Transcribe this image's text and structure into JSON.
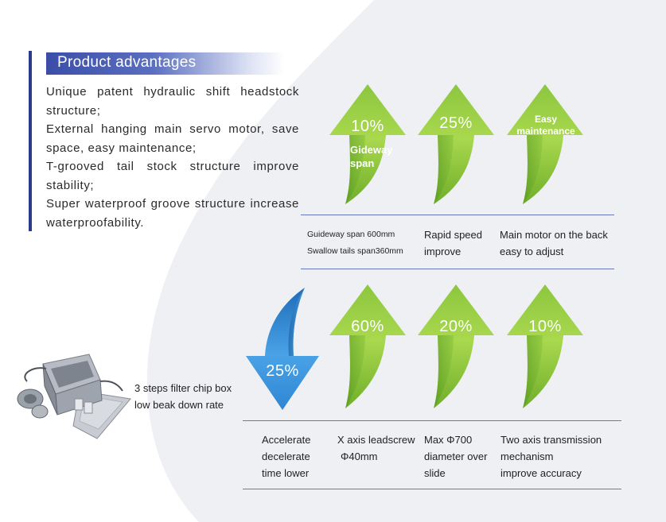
{
  "advantages": {
    "title": "Product advantages",
    "items": [
      "Unique patent hydraulic shift headstock structure;",
      "External hanging main servo motor, save space, easy maintenance;",
      "T-grooved tail stock structure improve stability;",
      "Super waterproof groove structure increase waterproofability."
    ]
  },
  "top_row": {
    "arrows": [
      {
        "percent": "10%",
        "label_line1": "Gideway",
        "label_line2": "span"
      },
      {
        "percent": "25%"
      },
      {
        "label_line1": "Easy",
        "label_line2": "maintenance"
      }
    ],
    "captions": [
      {
        "line1": "Guideway span 600mm",
        "line2": "Swallow tails span360mm"
      },
      {
        "line1": "Rapid speed",
        "line2": "improve"
      },
      {
        "line1": "Main motor on the back",
        "line2": "easy to adjust"
      }
    ]
  },
  "bottom_row": {
    "down_arrow": {
      "percent": "25%"
    },
    "arrows": [
      {
        "percent": "60%"
      },
      {
        "percent": "20%"
      },
      {
        "percent": "10%"
      }
    ],
    "chip_box_caption": {
      "line1": "3 steps filter chip box",
      "line2": "low beak down rate"
    },
    "captions": [
      {
        "line1": "Accelerate",
        "line2": "decelerate",
        "line3": "time lower"
      },
      {
        "line1": "X axis leadscrew",
        "line2": "Φ40mm"
      },
      {
        "line1": "Max Φ700",
        "line2": "diameter over",
        "line3": "slide"
      },
      {
        "line1": "Two axis transmission",
        "line2": "mechanism",
        "line3": "improve accuracy"
      }
    ]
  },
  "colors": {
    "green_light": "#a6d64a",
    "green_dark": "#5f9b22",
    "blue_light": "#5fb2ee",
    "blue_dark": "#1e6cb8",
    "navy": "#2c3a8c",
    "background_grey": "#eef0f3"
  }
}
